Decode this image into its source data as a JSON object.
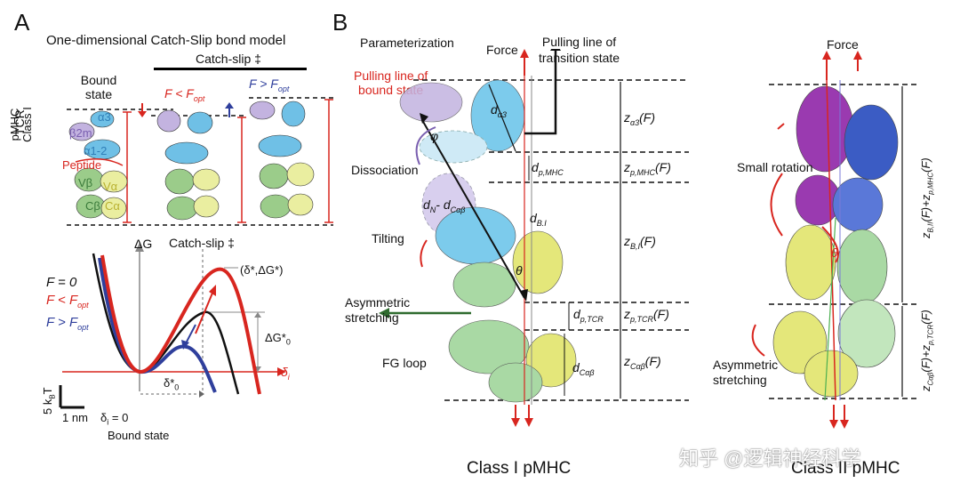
{
  "panelA": {
    "letter": "A",
    "title": "One-dimensional Catch-Slip bond model",
    "catch_slip_header": "Catch-slip ‡",
    "bound_state": "Bound\nstate",
    "f_less": "F < F",
    "f_greater": "F > F",
    "opt": "opt",
    "labels": {
      "pmhc_class_i": "pMHC\nClass I",
      "tcr": "TCR",
      "alpha3": "α3",
      "beta2m": "β2m",
      "alpha12": "α1-2",
      "peptide": "Peptide",
      "vbeta": "Vβ",
      "valpha": "Vα",
      "cbeta": "Cβ",
      "calpha": "Cα"
    },
    "energy": {
      "delta_g": "ΔG",
      "catch_slip": "Catch-slip ‡",
      "transition_point": "(δ*,ΔG*)",
      "delta_g0": "ΔG*",
      "delta_g0_sub": "0",
      "delta_i": "δ",
      "delta_i_sub": "i",
      "delta0": "δ*",
      "delta0_sub": "0",
      "delta_i_zero": "δ",
      "delta_i_zero_rest": " = 0",
      "bound_state": "Bound state",
      "scale_y": "5 k",
      "scale_y_sub": "B",
      "scale_y_rest": "T",
      "scale_x": "1 nm",
      "legend": [
        {
          "text": "F = 0",
          "color": "#111111"
        },
        {
          "text": "F < F",
          "sub": "opt",
          "color": "#d8261f"
        },
        {
          "text": "F > F",
          "sub": "opt",
          "color": "#2f3f9c"
        }
      ]
    }
  },
  "panelB": {
    "letter": "B",
    "parameterization": "Parameterization",
    "force": "Force",
    "pulling_transition": "Pulling line of\ntransition state",
    "pulling_bound": "Pulling line of\nbound state",
    "dissociation": "Dissociation",
    "tilting": "Tilting",
    "asym": "Asymmetric\nstretching",
    "fg_loop": "FG loop",
    "caption": "Class I pMHC",
    "d_alpha3": "d",
    "d_alpha3_sub": "α3",
    "phi": "φ",
    "theta": "θ",
    "d_pmhc": "d",
    "d_pmhc_sub": "p,MHC",
    "d_n": "d",
    "d_n_sub": "N",
    "d_n_mid": "- d",
    "d_n_sub2": "Cαβ",
    "d_bi": "d",
    "d_bi_sub": "B.I",
    "d_ptcr": "d",
    "d_ptcr_sub": "p,TCR",
    "d_cab": "d",
    "d_cab_sub": "Cαβ",
    "z_labels": [
      {
        "main": "z",
        "sub": "α3",
        "tail": "(F)"
      },
      {
        "main": "z",
        "sub": "p,MHC",
        "tail": "(F)"
      },
      {
        "main": "z",
        "sub": "B,I",
        "tail": "(F)"
      },
      {
        "main": "z",
        "sub": "p,TCR",
        "tail": "(F)"
      },
      {
        "main": "z",
        "sub": "Cαβ",
        "tail": "(F)"
      }
    ]
  },
  "panelC": {
    "force": "Force",
    "small_rotation": "Small rotation",
    "asym": "Asymmetric\nstretching",
    "theta": "θ",
    "caption": "Class II pMHC",
    "z_upper": "z",
    "z_upper_sub": "B,II",
    "z_upper_mid": "(F)+z",
    "z_upper_sub2": "p,MHC",
    "z_upper_tail": "(F)",
    "z_lower": "z",
    "z_lower_sub": "Cαβ",
    "z_lower_mid": "(F)+z",
    "z_lower_sub2": "p,TCR",
    "z_lower_tail": "(F)"
  },
  "watermark": "知乎 @逻辑神经科学"
}
